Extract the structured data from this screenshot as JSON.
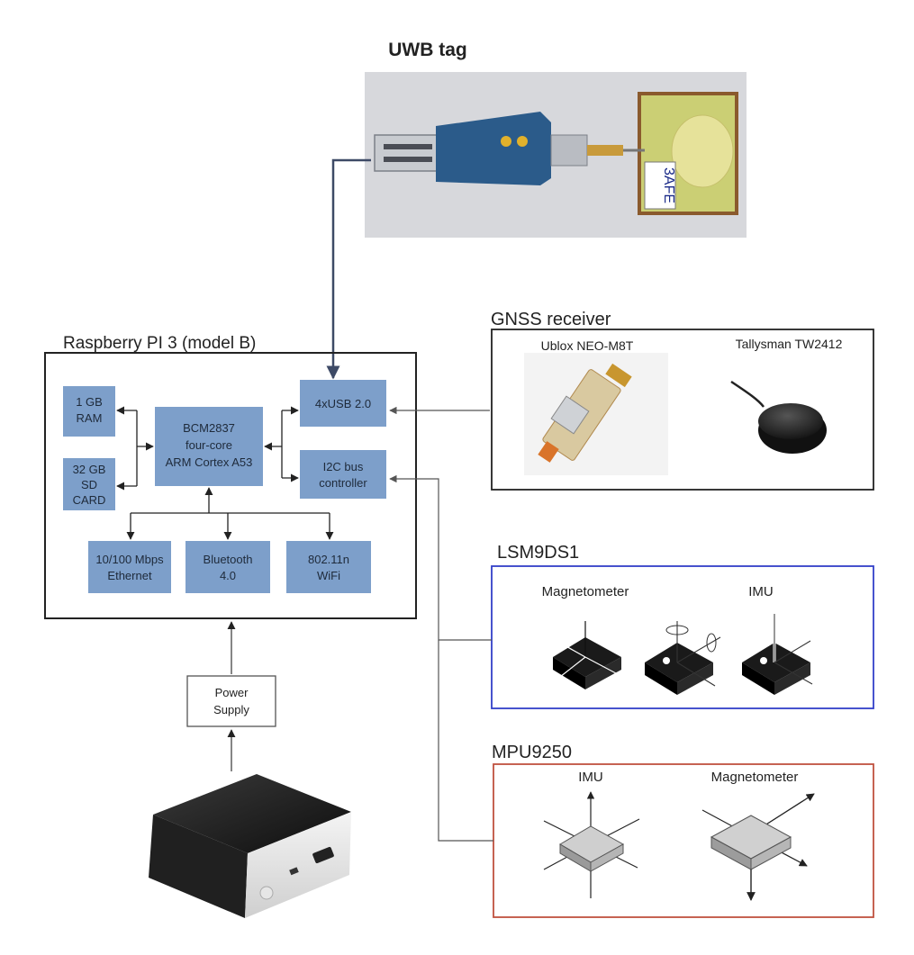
{
  "uwb": {
    "title": "UWB tag",
    "tag_label": "3AFE"
  },
  "raspberry": {
    "title": "Raspberry PI 3 (model B)",
    "blocks": {
      "ram": [
        "1 GB",
        "RAM"
      ],
      "sd": [
        "32 GB",
        "SD",
        "CARD"
      ],
      "cpu": [
        "BCM2837",
        "four-core",
        "ARM Cortex A53"
      ],
      "usb": [
        "4xUSB 2.0"
      ],
      "i2c": [
        "I2C bus",
        "controller"
      ],
      "eth": [
        "10/100 Mbps",
        "Ethernet"
      ],
      "bt": [
        "Bluetooth",
        "4.0"
      ],
      "wifi": [
        "802.11n",
        "WiFi"
      ]
    }
  },
  "power": {
    "lines": [
      "Power",
      "Supply"
    ]
  },
  "gnss": {
    "title": "GNSS receiver",
    "left_label": "Ublox NEO-M8T",
    "right_label": "Tallysman TW2412"
  },
  "lsm": {
    "title": "LSM9DS1",
    "left_label": "Magnetometer",
    "right_label": "IMU",
    "box_color": "#3340c8"
  },
  "mpu": {
    "title": "MPU9250",
    "left_label": "IMU",
    "right_label": "Magnetometer",
    "box_color": "#c0523f"
  }
}
